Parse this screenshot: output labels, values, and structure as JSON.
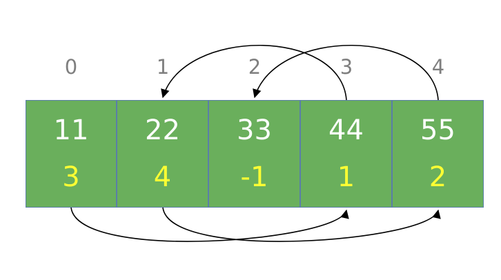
{
  "nodes": [
    {
      "index": "0",
      "value": "11",
      "next": "3"
    },
    {
      "index": "1",
      "value": "22",
      "next": "4"
    },
    {
      "index": "2",
      "value": "33",
      "next": "-1"
    },
    {
      "index": "3",
      "value": "44",
      "next": "1"
    },
    {
      "index": "4",
      "value": "55",
      "next": "2"
    }
  ],
  "links": [
    {
      "from": 3,
      "to": 1
    },
    {
      "from": 4,
      "to": 2
    },
    {
      "from": 0,
      "to": 3
    },
    {
      "from": 1,
      "to": 4
    }
  ],
  "colors": {
    "cell_fill": "#6aaf5c",
    "cell_border": "#5a7ea8",
    "value_text": "#ffffff",
    "next_text": "#ffff33",
    "index_text": "#7f7f7f",
    "arrow": "#000000"
  }
}
